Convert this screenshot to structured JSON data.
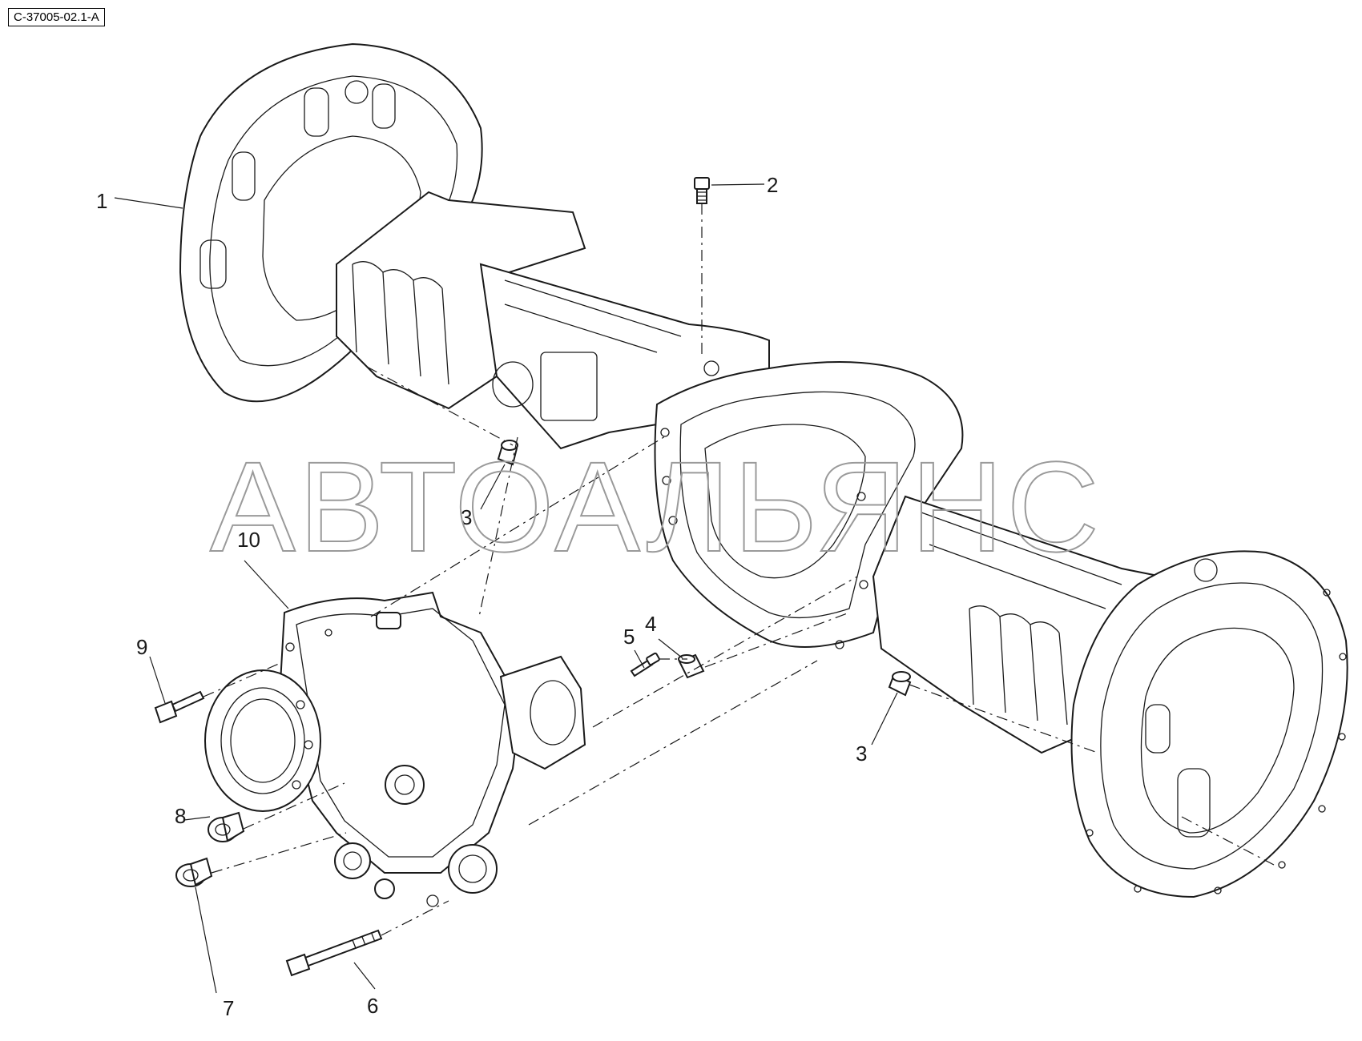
{
  "reference_code": "C-37005-02.1-A",
  "watermark": "АВТОАЛЬЯНС",
  "callouts": {
    "c1": "1",
    "c2": "2",
    "c3a": "3",
    "c3b": "3",
    "c4": "4",
    "c5": "5",
    "c6": "6",
    "c7": "7",
    "c8": "8",
    "c9": "9",
    "c10": "10"
  },
  "colors": {
    "line": "#1a1a1a",
    "watermark": "#9a9a9a",
    "background": "#ffffff"
  }
}
